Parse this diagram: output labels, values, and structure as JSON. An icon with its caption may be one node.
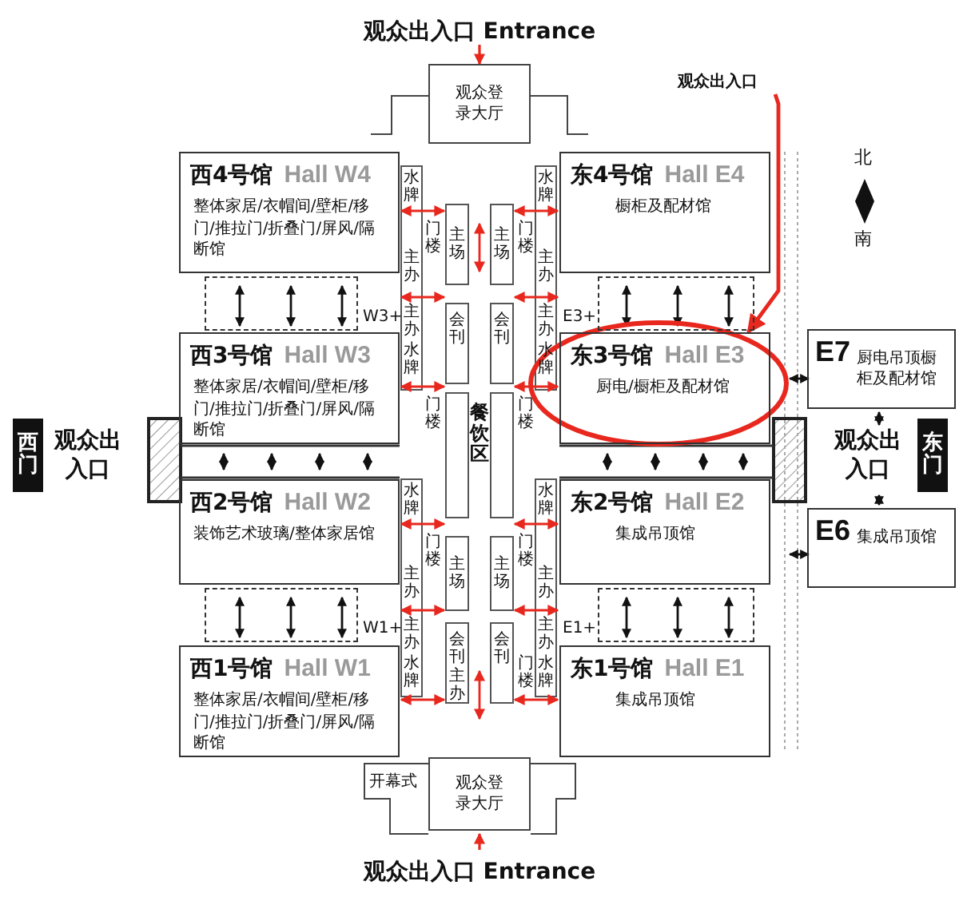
{
  "diagram": {
    "nodes": [
      {
        "text": [
          "观众登录大厅"
        ]
      },
      {
        "text": [
          "西4号馆",
          "Hall W4",
          "整体家居/衣帽间/壁柜/移门/推拉门/折叠门/屏风/隔断馆"
        ]
      },
      {
        "text": [
          "东4号馆",
          "Hall E4",
          "橱柜及配材馆"
        ]
      },
      {
        "text": [
          "观众出入口"
        ]
      },
      {
        "text": [
          "W3+"
        ]
      },
      {
        "text": [
          "E3+"
        ]
      },
      {
        "text": [
          "西3号馆",
          "Hall W3",
          "整体家居/衣帽间/壁柜/移门/推拉门/折叠门/屏风/隔断馆"
        ]
      },
      {
        "text": [
          "东3号馆",
          "Hall E3",
          "厨电/橱柜及配材馆"
        ]
      },
      {
        "text": [
          "E7",
          "厨电吊顶橱柜及配材馆"
        ]
      },
      {
        "text": [
          "西门"
        ]
      },
      {
        "text": [
          "东门"
        ]
      },
      {
        "text": [
          "西2号馆",
          "Hall W2",
          "装饰艺术玻璃/整体家居馆"
        ]
      },
      {
        "text": [
          "东2号馆",
          "Hall E2",
          "集成吊顶馆"
        ]
      },
      {
        "text": [
          "E6",
          "集成吊顶馆"
        ]
      },
      {
        "text": [
          "W1+"
        ]
      },
      {
        "text": [
          "E1+"
        ]
      },
      {
        "text": [
          "西1号馆",
          "Hall W1",
          "整体家居/衣帽间/壁柜/移门/推拉门/折叠门/屏风/隔断馆"
        ]
      },
      {
        "text": [
          "东1号馆",
          "Hall E1",
          "集成吊顶馆"
        ]
      },
      {
        "text": [
          "观众登录大厅"
        ]
      }
    ],
    "edges": [
      {
        "from": 3,
        "to": 7,
        "arrow": "to",
        "color": "#e8281e"
      }
    ],
    "labels": [
      "观众出入口 Entrance",
      "北",
      "南",
      "水牌",
      "主办",
      "主办",
      "水牌",
      "水牌",
      "主办",
      "主办",
      "水牌",
      "门楼",
      "门楼",
      "门楼",
      "主场",
      "会刊",
      "主场",
      "会刊",
      "主办",
      "主场",
      "会刊",
      "主场",
      "会刊",
      "门楼",
      "门楼",
      "门楼",
      "门楼",
      "水牌",
      "主办",
      "主办",
      "水牌",
      "水牌",
      "主办",
      "主办",
      "水牌",
      "餐饮区",
      "观众出入口",
      "观众出入口",
      "开幕式",
      "观众出入口 Entrance"
    ]
  }
}
